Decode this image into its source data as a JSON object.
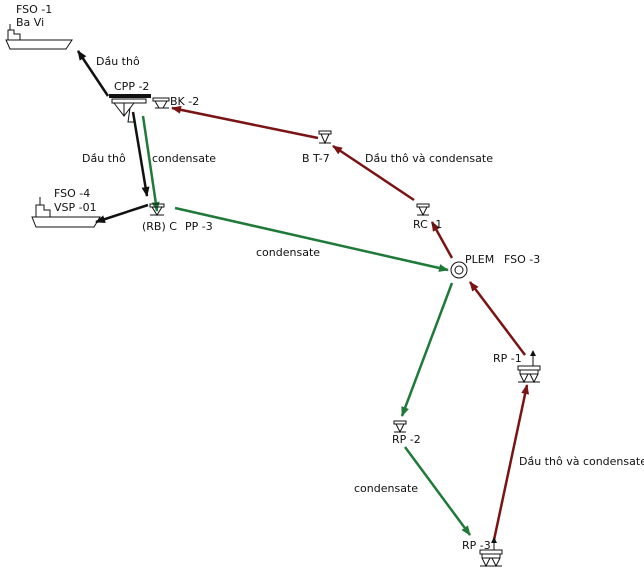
{
  "colors": {
    "crude": "#7a1414",
    "condensate": "#1f7a3a",
    "mixed": "#111111",
    "background": "#ffffff"
  },
  "nodes": {
    "fso1": {
      "line1": "FSO -1",
      "line2": "Ba Vi",
      "icon": "tanker-ship-icon"
    },
    "cpp2": {
      "label": "CPP -2",
      "icon": "central-platform-icon"
    },
    "bk2": {
      "label": "BK -2",
      "icon": "wellhead-platform-icon"
    },
    "bt7": {
      "label": "B T-7",
      "icon": "wellhead-platform-icon"
    },
    "fso4": {
      "line1": "FSO -4",
      "line2": "VSP -01",
      "icon": "tanker-ship-icon"
    },
    "rbc": {
      "label": "(RB) C",
      "icon": "wellhead-platform-icon"
    },
    "pp3": {
      "label": "PP -3"
    },
    "rc1": {
      "label": "RC -1",
      "icon": "wellhead-platform-icon"
    },
    "plem": {
      "label": "PLEM",
      "icon": "plem-icon"
    },
    "fso3": {
      "label": "FSO -3"
    },
    "rp1": {
      "label": "RP -1",
      "icon": "production-platform-icon"
    },
    "rp2": {
      "label": "RP -2",
      "icon": "wellhead-platform-icon"
    },
    "rp3": {
      "label": "RP -3",
      "icon": "production-platform-icon"
    }
  },
  "flow_labels": {
    "cpp_to_fso1": "Dầu thô",
    "cpp_to_rbc_crude": "Dầu thô",
    "cpp_to_rbc_condensate": "condensate",
    "bt7_to_bk2": "Dầu thô và condensate",
    "rbc_to_plem": "condensate",
    "rp2_to_rp3": "condensate",
    "rp3_to_rp1": "Dầu thô và condensate"
  }
}
